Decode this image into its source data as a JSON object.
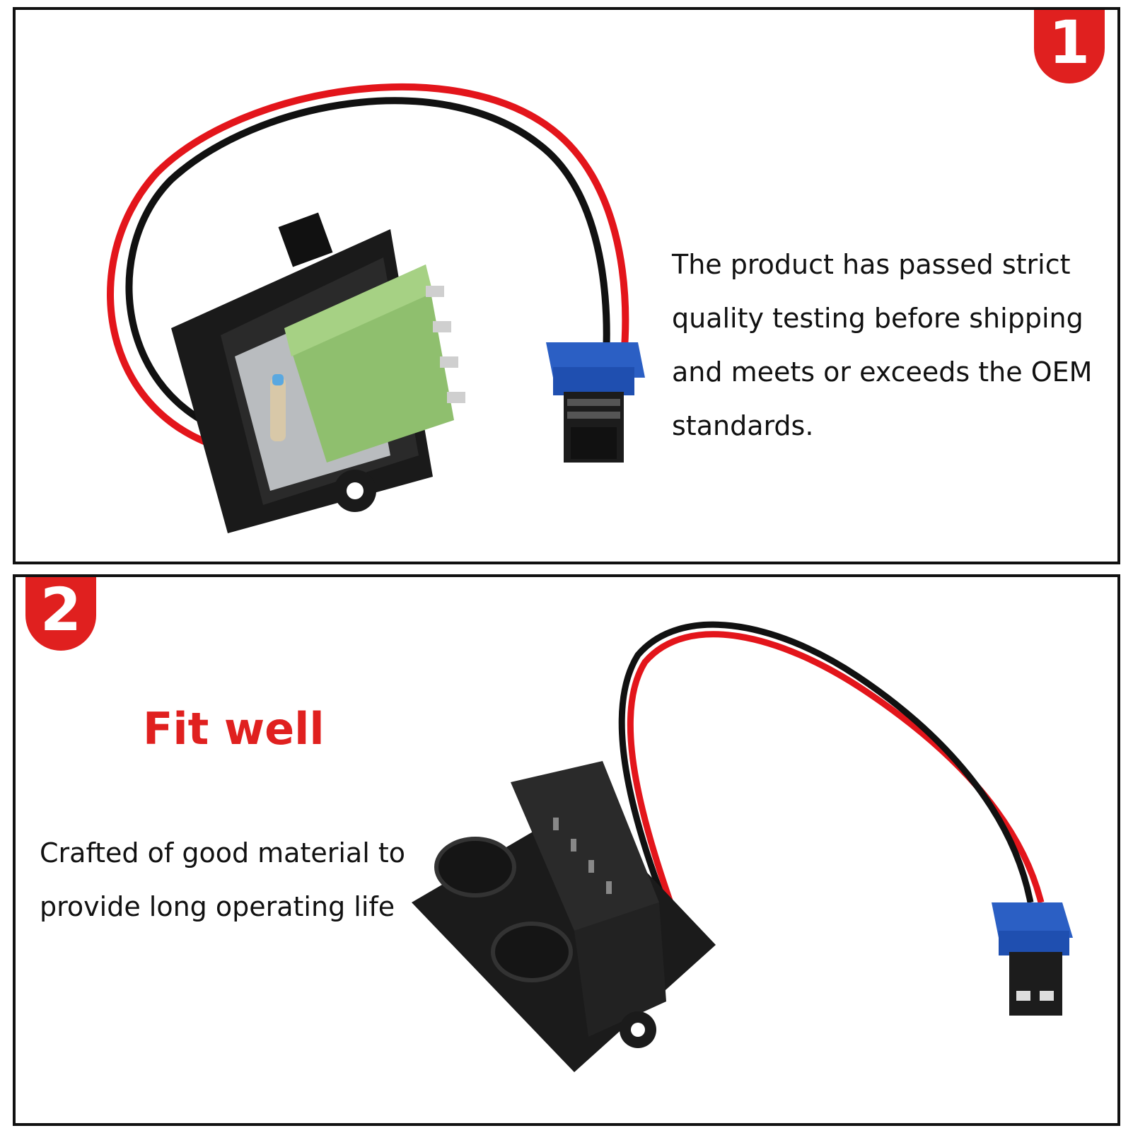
{
  "panel1": {
    "badge": "1",
    "description": "The product has passed strict quality testing before shipping and meets or exceeds the OEM standards."
  },
  "panel2": {
    "badge": "2",
    "title": "Fit well",
    "description": "Crafted of good material to provide long operating life"
  },
  "colors": {
    "accent": "#e0201f",
    "border": "#111111",
    "text": "#111111"
  },
  "icons": [
    "blower-resistor-image",
    "wire-harness-connector-image"
  ]
}
